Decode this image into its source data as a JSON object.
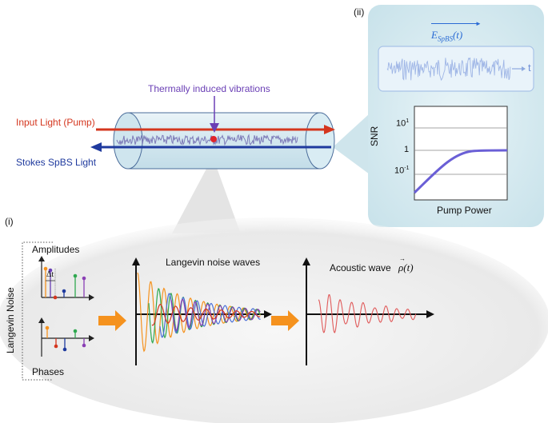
{
  "panel_ii": {
    "tag": "(ii)",
    "field_label": "E",
    "field_subscript": "SpBS",
    "field_arg": "(t)",
    "time_axis_label": "t",
    "snr_chart": {
      "ylabel": "SNR",
      "xlabel": "Pump Power",
      "tick_labels": [
        "10",
        "1",
        "10"
      ],
      "tick_exponents": [
        "1",
        "",
        "-1"
      ]
    }
  },
  "fiber": {
    "vibration_label": "Thermally induced vibrations",
    "pump_label": "Input Light (Pump)",
    "stokes_label": "Stokes SpBS Light"
  },
  "panel_i": {
    "tag": "(i)",
    "side_label": "Langevin Noise",
    "amplitudes_label": "Amplitudes",
    "delta_t_label": "Δt",
    "phases_label": "Phases",
    "langevin_title": "Langevin noise waves",
    "acoustic_title": "Acoustic wave",
    "acoustic_symbol": "ρ(t)"
  },
  "colors": {
    "pump_red": "#d4361e",
    "stokes_blue": "#1f3a9e",
    "vibration_purple": "#6a3fb5",
    "arrow_orange": "#f5921e",
    "curve_purple": "#6a5fd6",
    "panel_bg": "#d5e9ef",
    "noise_blue": "#9fb6e6"
  }
}
